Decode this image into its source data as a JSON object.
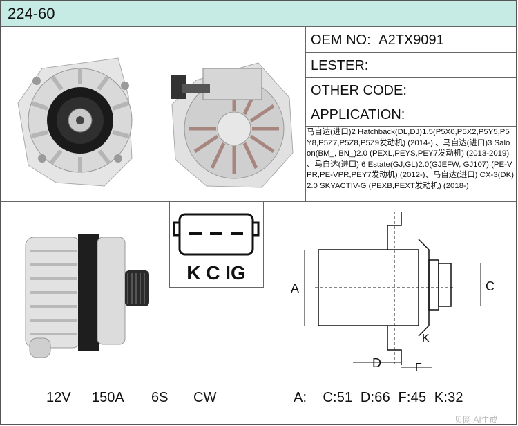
{
  "header": {
    "model": "224-60"
  },
  "specs": {
    "oem_label": "OEM NO:",
    "oem_value": "A2TX9091",
    "lester_label": "LESTER:",
    "lester_value": "",
    "other_label": "OTHER CODE:",
    "other_value": "",
    "application_label": "APPLICATION:",
    "application_text": "马自达(进口)2 Hatchback(DL,DJ)1.5(P5X0,P5X2,P5Y5,P5Y8,P5Z7,P5Z8,P5Z9发动机) (2014-) 、马自达(进口)3 Saloon(BM_, BN_)2.0 (PEXL,PEYS,PEY7发动机) (2013-2019) 、马自达(进口) 6 Estate(GJ,GL)2.0(GJEFW, GJ107) (PE-VPR,PE-VPR,PEY7发动机) (2012-)、马自达(进口) CX-3(DK)2.0 SKYACTIV-G (PEXB,PEXT发动机) (2018-)"
  },
  "plug": {
    "terminals": "K C IG"
  },
  "electrical": {
    "voltage": "12V",
    "amperage": "150A",
    "pulley": "6S",
    "rotation": "CW"
  },
  "dimensions": {
    "summary": "A:    C:51  D:66  F:45  K:32",
    "labels": {
      "a": "A",
      "c": "C",
      "d": "D",
      "f": "F",
      "k": "K"
    }
  },
  "watermark": "贝网 AI生成",
  "colors": {
    "header_bg": "#c5ebe4",
    "line": "#666666"
  }
}
